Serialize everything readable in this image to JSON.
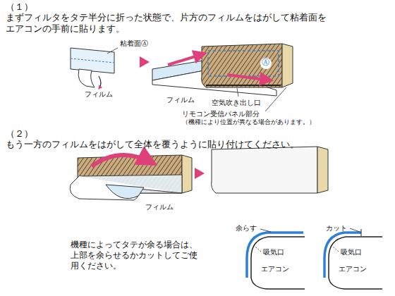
{
  "diagram": {
    "labels": [
      "（１）",
      "まずフィルタをタテ半分に折った状態で、片方のフィルムをはがして粘着面を エアコンの手前に貼ります。",
      "粘着面Ⓐ",
      "Ⓐ",
      "フィルム",
      "フィルム",
      "空気吹き出し口",
      "リモコン受信パネル部分",
      "（機種により位置が異なる場合があります。）",
      "（２）",
      "もう一方のフィルムをはがして全体を覆うように貼り付けてください。",
      "フィルム",
      "機種によってタテが余る場合は、 上部を余らせるかカットしてご使 用ください。",
      "余らす",
      "吸気口",
      "エアコン",
      "カット",
      "吸気口",
      "エアコン"
    ]
  }
}
